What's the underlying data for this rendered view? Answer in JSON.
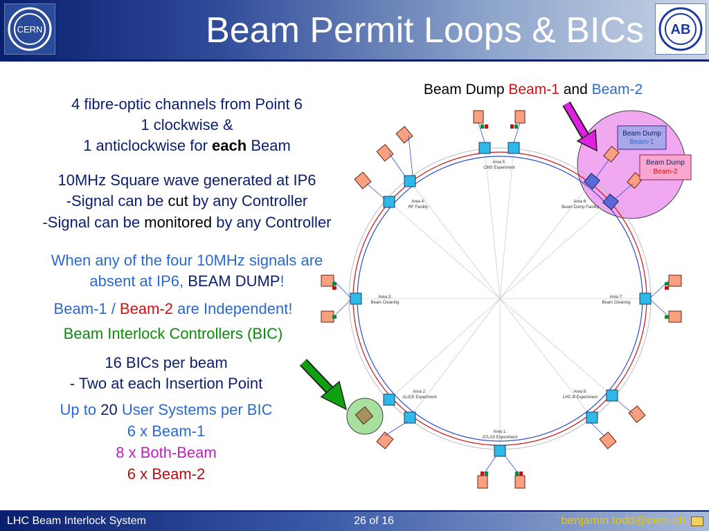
{
  "header": {
    "title": "Beam Permit Loops & BICs",
    "cern_logo_text": "CERN",
    "aby_logo_text": "AB"
  },
  "left_text": {
    "l1": "4 fibre-optic channels from Point 6",
    "l2": "1 clockwise &",
    "l3a": "1 anticlockwise for ",
    "l3b": "each",
    "l3c": " Beam",
    "l4": "10MHz Square wave generated at IP6",
    "l5a": "-Signal can be ",
    "l5b": "cut",
    "l5c": " by any Controller",
    "l6a": "-Signal can be ",
    "l6b": "monitored",
    "l6c": " by any Controller",
    "l7": "When any of the four 10MHz signals are",
    "l8a": "absent at IP6, ",
    "l8b": "BEAM DUMP",
    "l8c": "!",
    "l9a": "Beam-1 / ",
    "l9b": "Beam-2",
    "l9c": " are Independent!",
    "l10": "Beam Interlock Controllers (BIC)",
    "l11": "16 BICs per beam",
    "l12": "- Two at each Insertion Point",
    "l13a": "Up to ",
    "l13b": "20",
    "l13c": " User Systems per BIC",
    "l14": "6 x Beam-1",
    "l15": "8 x Both-Beam",
    "l16": "6 x Beam-2"
  },
  "beam_dump_title": {
    "a": "Beam Dump ",
    "b": "Beam-1",
    "c": " and ",
    "d": "Beam-2"
  },
  "diagram": {
    "dump1_l1": "Beam Dump",
    "dump1_l2": "Beam-1",
    "dump2_l1": "Beam Dump",
    "dump2_l2": "Beam-2",
    "area5_l1": "Area 5:",
    "area5_l2": "CMS Experiment",
    "area4_l1": "Area 4:",
    "area4_l2": "RF Facility",
    "area6_l1": "Area 6:",
    "area6_l2": "Beam Dump Facility",
    "area3_l1": "Area 3:",
    "area3_l2": "Beam Cleaning",
    "area7_l1": "Area 7:",
    "area7_l2": "Beam Cleaning",
    "area2_l1": "Area 2:",
    "area2_l2": "ALICE Experiment",
    "area8_l1": "Area 8:",
    "area8_l2": "LHC-B Experiment",
    "area1_l1": "Area 1:",
    "area1_l2": "ATLAS Experiment"
  },
  "footer": {
    "left": "LHC Beam Interlock System",
    "center": "26 of 16",
    "right": "benjamin.todd@cern.ch"
  },
  "colors": {
    "beam1": "#d01010",
    "beam2": "#2a6ad0",
    "accent": "#0a1e6e"
  }
}
